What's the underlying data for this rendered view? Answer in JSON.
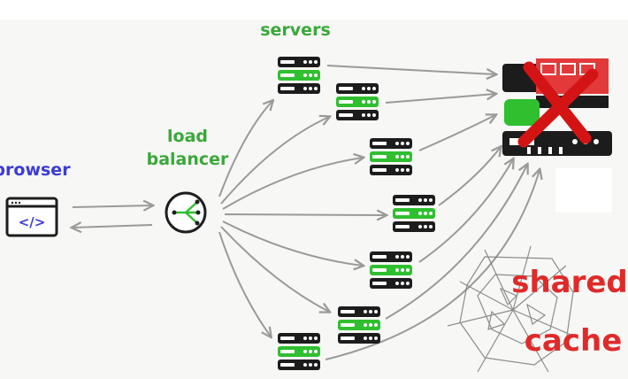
{
  "labels": {
    "browser": "browser",
    "load": "load",
    "balancer": "balancer",
    "servers": "servers",
    "shared": "shared",
    "cache": "cache",
    "code_glyph": "</>"
  },
  "colors": {
    "server_green": "#2fbf2f",
    "server_black": "#1c1c1c",
    "browser_blue": "#3a3ad8",
    "label_green": "#3aa83a",
    "shared_cache_red": "#e02a2a",
    "cache_unit_red": "#e23a3a",
    "arrow_gray": "#9a9a9a",
    "cross_red": "#d41414"
  },
  "icons": {
    "browser": "browser-window-code-icon",
    "load_balancer": "load-balancer-node-icon",
    "server": "server-rack-icon",
    "cache": "cache-server-icon",
    "failure": "red-x-icon",
    "crack": "shattered-glass-icon"
  }
}
